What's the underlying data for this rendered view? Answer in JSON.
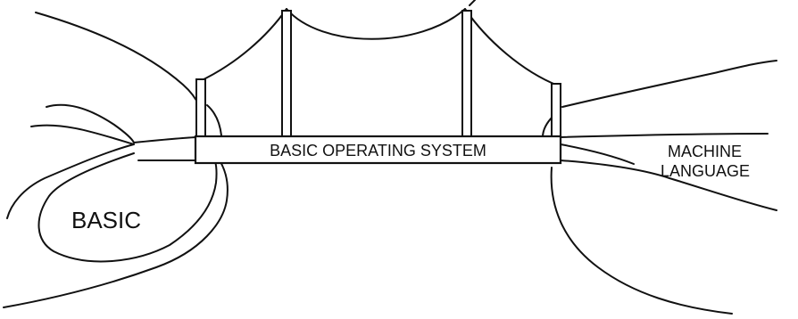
{
  "diagram": {
    "bridge_label": "BASIC OPERATING SYSTEM",
    "left_bank_label": "BASIC",
    "right_bank_label_line1": "MACHINE",
    "right_bank_label_line2": "LANGUAGE"
  },
  "colors": {
    "ink": "#111111",
    "background": "#ffffff"
  }
}
